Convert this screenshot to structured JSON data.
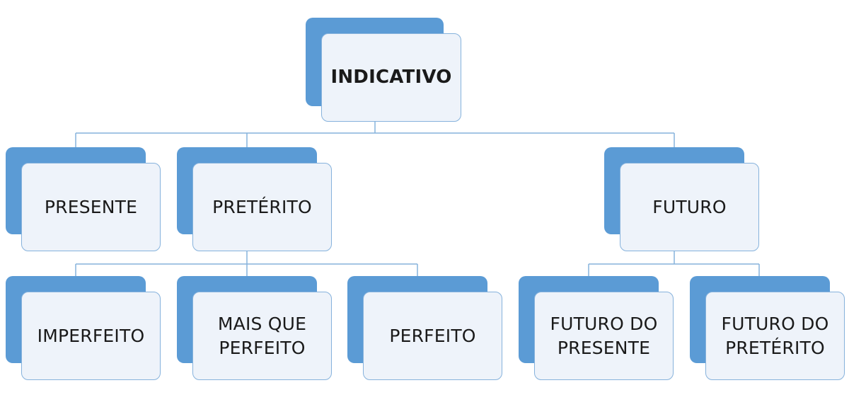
{
  "diagram": {
    "type": "hierarchy",
    "root": {
      "label": "INDICATIVO"
    },
    "level1": [
      {
        "label": "PRESENTE"
      },
      {
        "label": "PRETÉRITO"
      },
      {
        "label": "FUTURO"
      }
    ],
    "level2": [
      {
        "label": "IMPERFEITO"
      },
      {
        "label": "MAIS QUE\nPERFEITO"
      },
      {
        "label": "PERFEITO"
      },
      {
        "label": "FUTURO DO\nPRESENTE"
      },
      {
        "label": "FUTURO DO\nPRETÉRITO"
      }
    ],
    "colors": {
      "back": "#5b9bd5",
      "front": "#eef3fa",
      "border": "#86b2dc",
      "connector": "#86b2dc"
    }
  }
}
